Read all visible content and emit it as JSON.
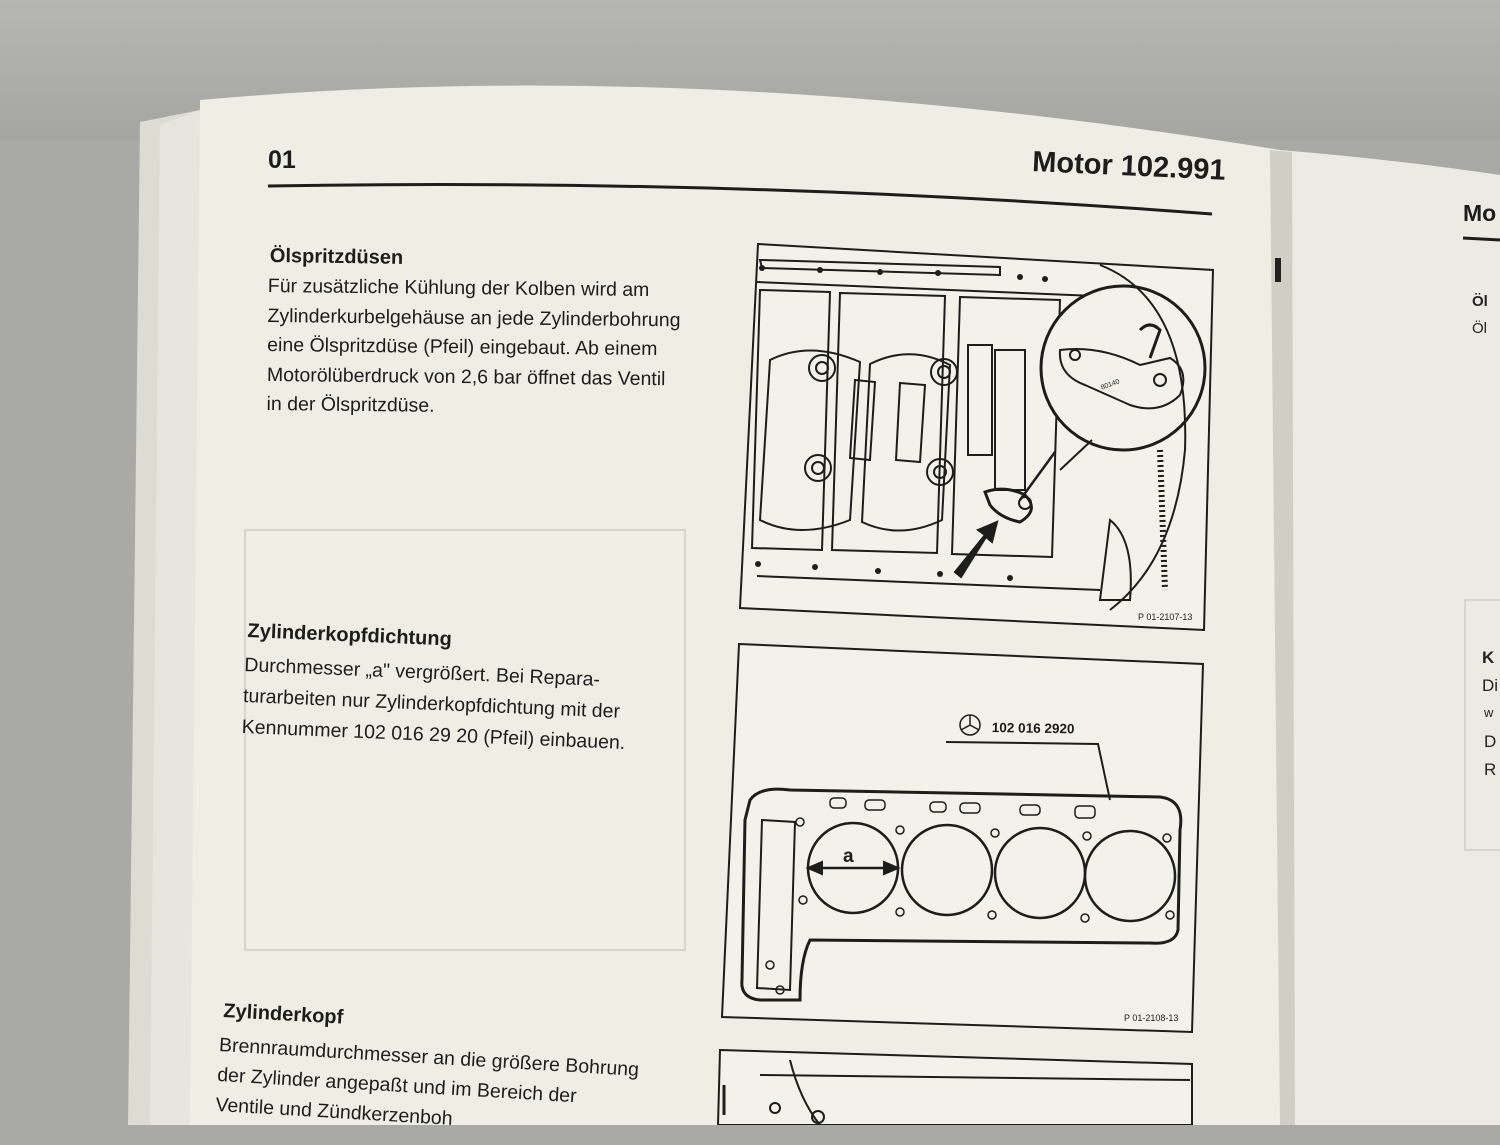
{
  "page": {
    "number": "01",
    "header_title": "Motor 102.991"
  },
  "sections": [
    {
      "heading": "Ölspritzdüsen",
      "lines": [
        "Für zusätzliche Kühlung der Kolben wird am",
        "Zylinderkurbelgehäuse an jede Zylinderbohrung",
        "eine Ölspritzdüse (Pfeil) eingebaut. Ab einem",
        "Motorölüberdruck von 2,6 bar öffnet das Ventil",
        "in der Ölspritzdüse."
      ]
    },
    {
      "heading": "Zylinderkopfdichtung",
      "lines": [
        "Durchmesser „a\" vergrößert. Bei Repara-",
        "turarbeiten nur Zylinderkopfdichtung mit der",
        "Kennummer 102 016 29 20 (Pfeil) einbauen."
      ]
    },
    {
      "heading": "Zylinderkopf",
      "lines": [
        "Brennraumdurchmesser an die größere Bohrung",
        "der Zylinder angepaßt und im Bereich der",
        "Ventile und Zündkerzenboh"
      ]
    }
  ],
  "figures": [
    {
      "caption": "P 01-2107-13",
      "nozzle_mark": "80140"
    },
    {
      "caption": "P 01-2108-13",
      "part_number": "102 016 2920",
      "dimension_label": "a"
    }
  ],
  "right_page": {
    "header": "Mo",
    "fragments": [
      "Öl",
      "Öl",
      "K",
      "Di",
      "w",
      "D",
      "R"
    ]
  }
}
